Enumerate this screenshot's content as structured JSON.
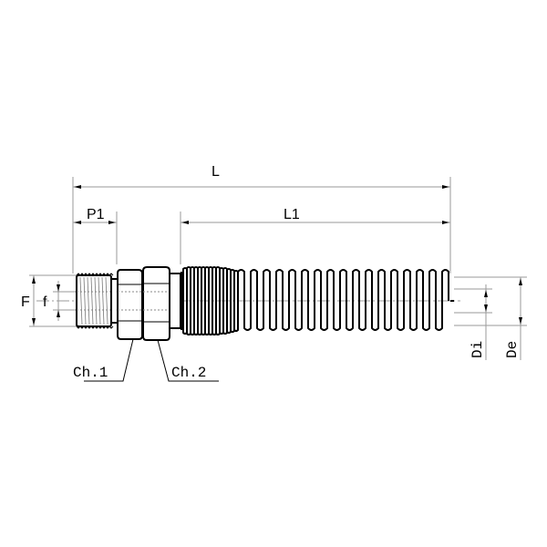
{
  "drawing": {
    "title": "Spring hose fitting technical drawing",
    "labels": {
      "L": "L",
      "P1": "P1",
      "L1": "L1",
      "F": "F",
      "f": "f",
      "Ch1": "Ch.1",
      "Ch2": "Ch.2",
      "Di": "Di",
      "De": "De"
    },
    "colors": {
      "line": "#000000",
      "dimension": "#9a9a9a",
      "background": "#ffffff"
    }
  }
}
